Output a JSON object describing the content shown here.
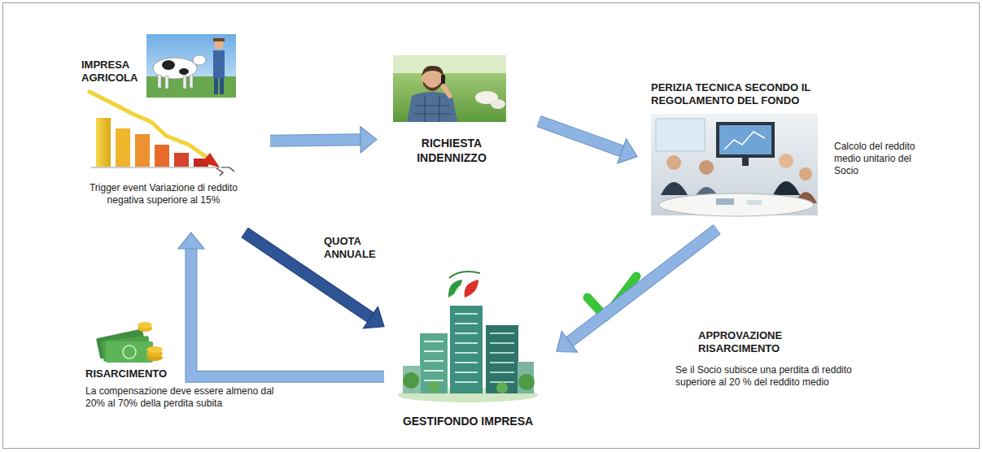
{
  "diagram": {
    "nodes": [
      {
        "text": [
          "IMPRESA AGRICOLA",
          "Trigger event Variazione di reddito negativa superiore al 15%"
        ]
      },
      {
        "text": [
          "RICHIESTA INDENNIZZO"
        ]
      },
      {
        "text": [
          "PERIZIA TECNICA SECONDO IL REGOLAMENTO DEL FONDO",
          "Calcolo del reddito medio unitario del Socio"
        ]
      },
      {
        "text": [
          "GESTIFONDO IMPRESA"
        ]
      }
    ],
    "edges": [
      {
        "from": 0,
        "to": 1,
        "arrow": "to"
      },
      {
        "from": 1,
        "to": 2,
        "arrow": "to"
      },
      {
        "from": 2,
        "to": 3,
        "label": "APPROVAZIONE RISARCIMENTO",
        "arrow": "to"
      },
      {
        "from": 0,
        "to": 3,
        "label": "QUOTA ANNUALE",
        "arrow": "to"
      },
      {
        "from": 3,
        "to": 0,
        "label": "RISARCIMENTO",
        "arrow": "to"
      }
    ],
    "labels": [
      "Se il Socio subisce una perdita di reddito superiore al 20 % del reddito medio",
      "La compensazione deve essere almeno dal 20% al 70% della perdita subita"
    ]
  }
}
